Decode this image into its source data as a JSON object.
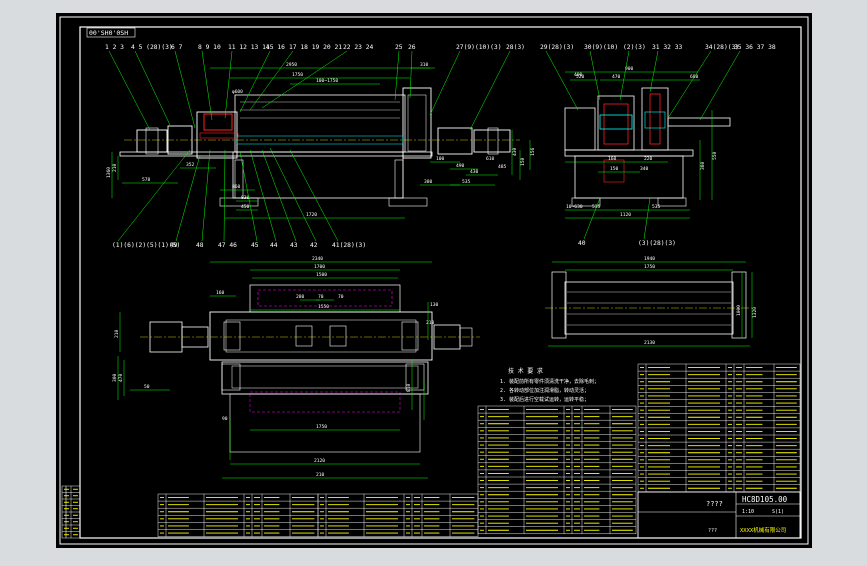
{
  "colors": {
    "window_bg": "#d9dcdf",
    "canvas_bg": "#000000",
    "frame": "#ffffff",
    "outline": "#ffffff",
    "callout": "#00ff00",
    "dimension": "#00ff00",
    "text": "#ffffff",
    "hidden": "#ff00ff",
    "accent_red": "#ff2020",
    "accent_cyan": "#00ffff",
    "accent_yellow": "#ffff00",
    "title_yellow": "#ffff00"
  },
  "drawing": {
    "code_box": "00'SH0'0SH",
    "front_view": {
      "callouts_top": [
        "1 2 3",
        "4 5 (28)(3)",
        "6 7",
        "8 9 10",
        "11 12 13 14",
        "15 16",
        "17 18 19 20 21",
        "22 23 24",
        "25",
        "26",
        "27(9)(10)(3)",
        "28(3)"
      ],
      "callouts_bottom": [
        "(1)(6)(2)(5)(1)(5)",
        "49",
        "48",
        "47 46",
        "45",
        "44",
        "43",
        "42",
        "41(28)(3)"
      ],
      "dims": [
        "2950",
        "1750",
        "100~1750",
        "310",
        "1720",
        "578",
        "352",
        "830",
        "450",
        "860",
        "1360",
        "210",
        "380",
        "430",
        "535",
        "156",
        "150",
        "430",
        "100",
        "490",
        "610",
        "485"
      ]
    },
    "side_view": {
      "callouts_top": [
        "29(28)(3)",
        "30(9)(10)",
        "(2)(3)",
        "31 32 33",
        "34(28)(3)",
        "35 36 37 38"
      ],
      "callouts_bottom": [
        "40",
        "(3)(28)(3)"
      ],
      "dims": [
        "900",
        "470",
        "520",
        "680",
        "400",
        "160",
        "220",
        "150",
        "340",
        "535",
        "535",
        "1120",
        "10~630",
        "380",
        "550"
      ]
    },
    "plan_view": {
      "dims": [
        "2340",
        "1700",
        "1500",
        "280",
        "70",
        "70",
        "210",
        "1550",
        "470",
        "160",
        "130",
        "210",
        "300",
        "50",
        "90",
        "1750",
        "2120",
        "210",
        "810"
      ]
    },
    "roller_view": {
      "dims": [
        "1940",
        "1750",
        "2130",
        "1000",
        "1320"
      ]
    },
    "notes": {
      "heading": "技 术 要 求",
      "lines": [
        "1. 装配前所有零件须清洗干净，去除毛刺；",
        "2. 各转动部位加注润滑脂，转动灵活；",
        "3. 装配后进行空载试运转，运转平稳；"
      ]
    }
  },
  "title_block": {
    "drawing_no": "HC8D105.00",
    "name": "????",
    "scale_cells": [
      "1:10",
      "S(1)"
    ],
    "company": "XXXX机械有限公司",
    "designer": "???"
  }
}
